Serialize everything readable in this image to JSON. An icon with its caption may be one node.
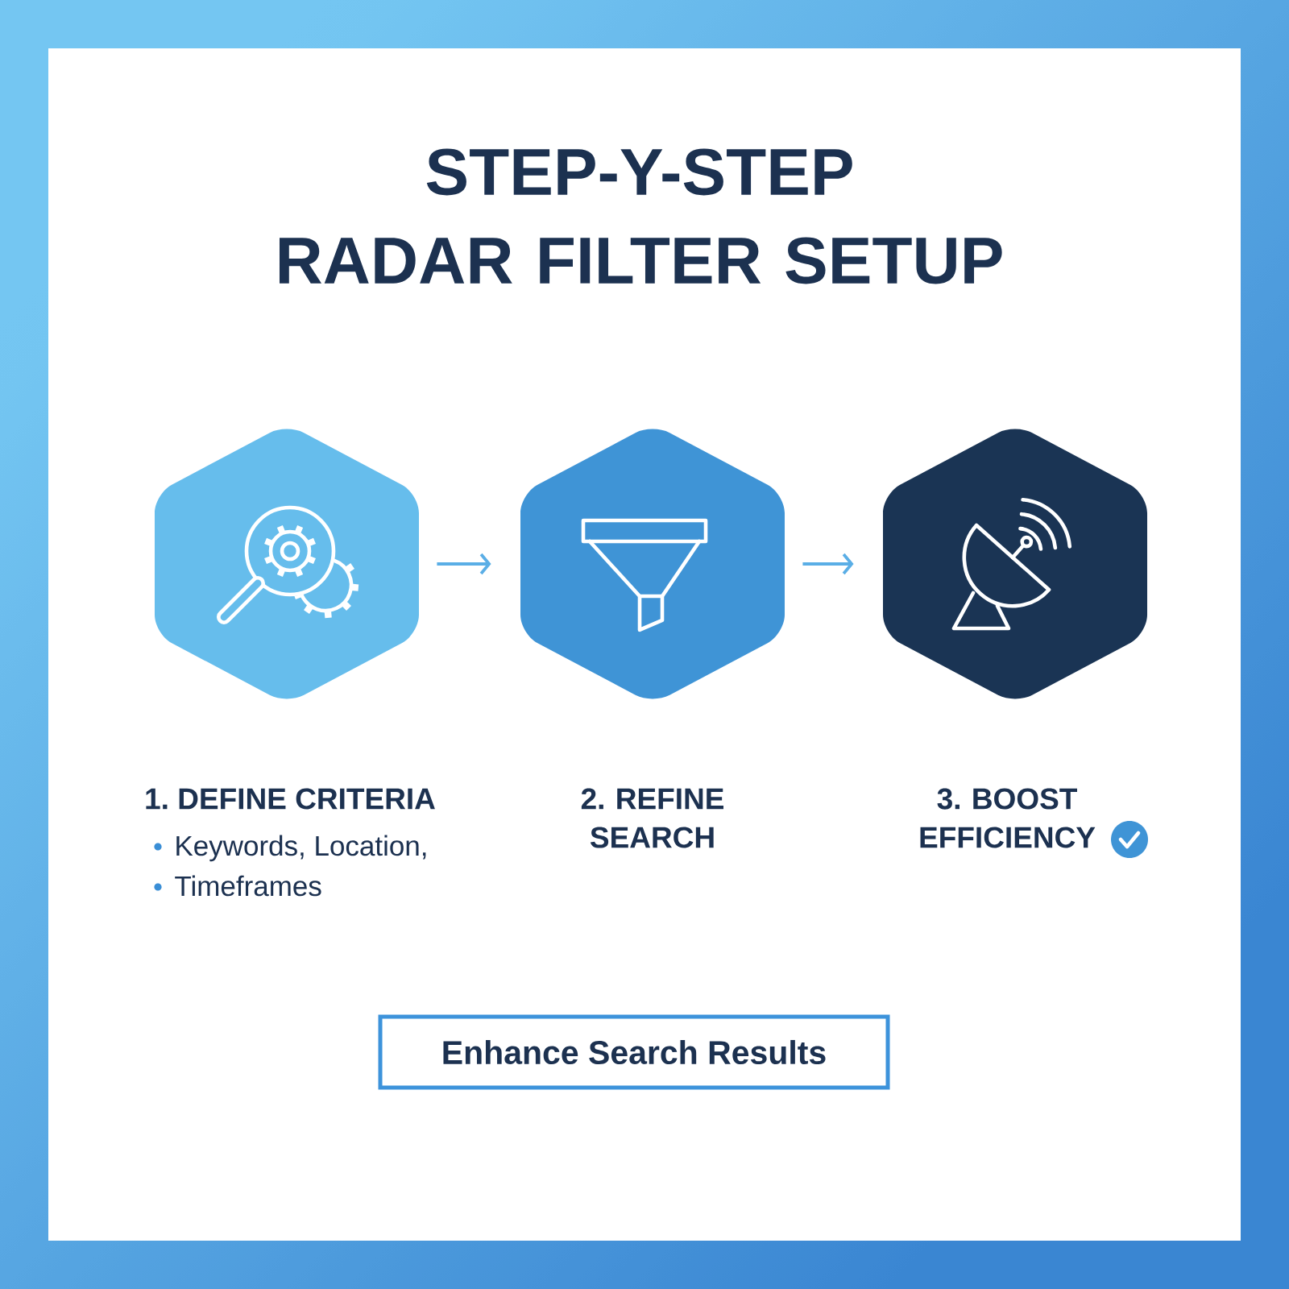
{
  "diagram": {
    "title": "STEP-Y-STEP RADAR FILTER SETUP",
    "nodes": [
      {
        "text": [
          "1. DEFINE CRITERIA",
          "Keywords, Location,",
          "Timeframes"
        ]
      },
      {
        "text": [
          "2. REFINE SEARCH"
        ]
      },
      {
        "text": [
          "3. BOOST EFFICIENCY"
        ]
      },
      {
        "text": [
          "Enhance Search Results"
        ]
      }
    ],
    "edges": [
      {
        "from": 0,
        "to": 1,
        "arrow": "to"
      },
      {
        "from": 1,
        "to": 2,
        "arrow": "to"
      }
    ]
  }
}
